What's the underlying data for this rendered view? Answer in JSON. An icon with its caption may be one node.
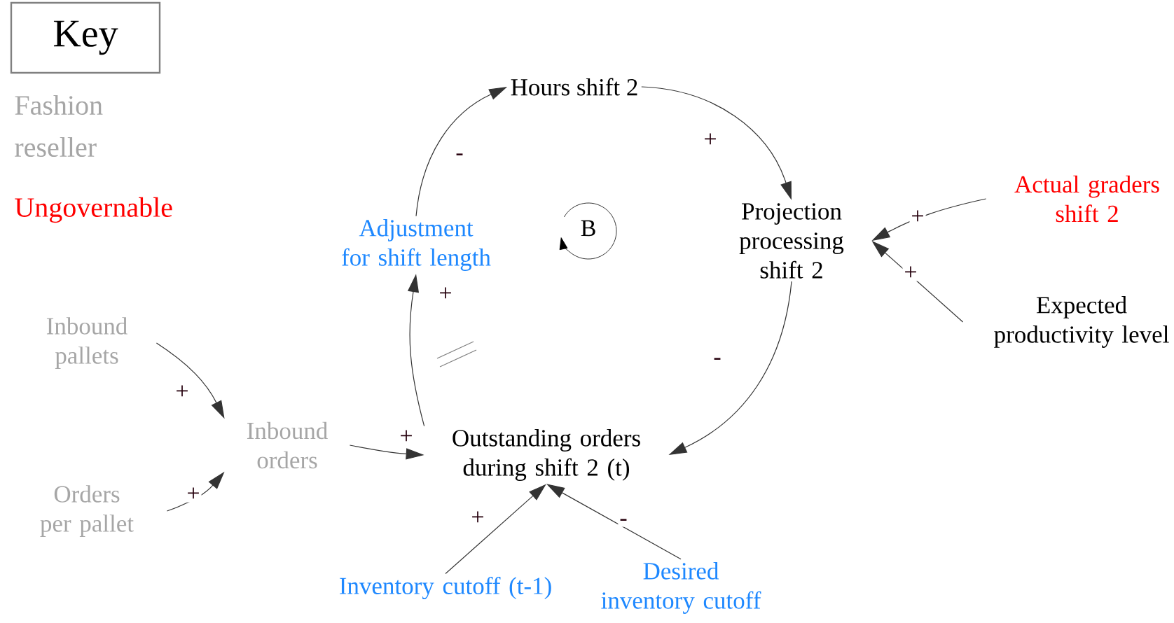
{
  "diagram": {
    "nodes": [
      {
        "text": [
          "Hours shift 2"
        ]
      },
      {
        "text": [
          "Projection processing shift 2"
        ]
      },
      {
        "text": [
          "Actual graders shift 2"
        ]
      },
      {
        "text": [
          "Expected productivity level"
        ]
      },
      {
        "text": [
          "Adjustment for shift length"
        ]
      },
      {
        "text": [
          "Inbound pallets"
        ]
      },
      {
        "text": [
          "Inbound orders"
        ]
      },
      {
        "text": [
          "Orders per pallet"
        ]
      },
      {
        "text": [
          "Outstanding orders during shift 2 (t)"
        ]
      },
      {
        "text": [
          "Inventory cutoff (t-1)"
        ]
      },
      {
        "text": [
          "Desired inventory cutoff"
        ]
      }
    ],
    "edges": [
      {
        "from": 0,
        "to": 1,
        "arrow": "to",
        "label": "+"
      },
      {
        "from": 1,
        "to": 8,
        "arrow": "to",
        "label": "-"
      },
      {
        "from": 8,
        "to": 4,
        "arrow": "to",
        "label": "+"
      },
      {
        "from": 4,
        "to": 0,
        "arrow": "to",
        "label": "-"
      },
      {
        "from": 2,
        "to": 1,
        "arrow": "to",
        "label": "+"
      },
      {
        "from": 3,
        "to": 1,
        "arrow": "to",
        "label": "+"
      },
      {
        "from": 5,
        "to": 6,
        "arrow": "to",
        "label": "+"
      },
      {
        "from": 7,
        "to": 6,
        "arrow": "to",
        "label": "+"
      },
      {
        "from": 6,
        "to": 8,
        "arrow": "to",
        "label": "+"
      },
      {
        "from": 9,
        "to": 8,
        "arrow": "to",
        "label": "+"
      },
      {
        "from": 10,
        "to": 8,
        "arrow": "to",
        "label": "-"
      }
    ],
    "labels": [
      "Key",
      "B"
    ],
    "legend": [
      {
        "text": "Fashion reseller",
        "color": "#a6a6a6"
      },
      {
        "text": "Ungovernable",
        "color": "#ff0000"
      }
    ]
  }
}
